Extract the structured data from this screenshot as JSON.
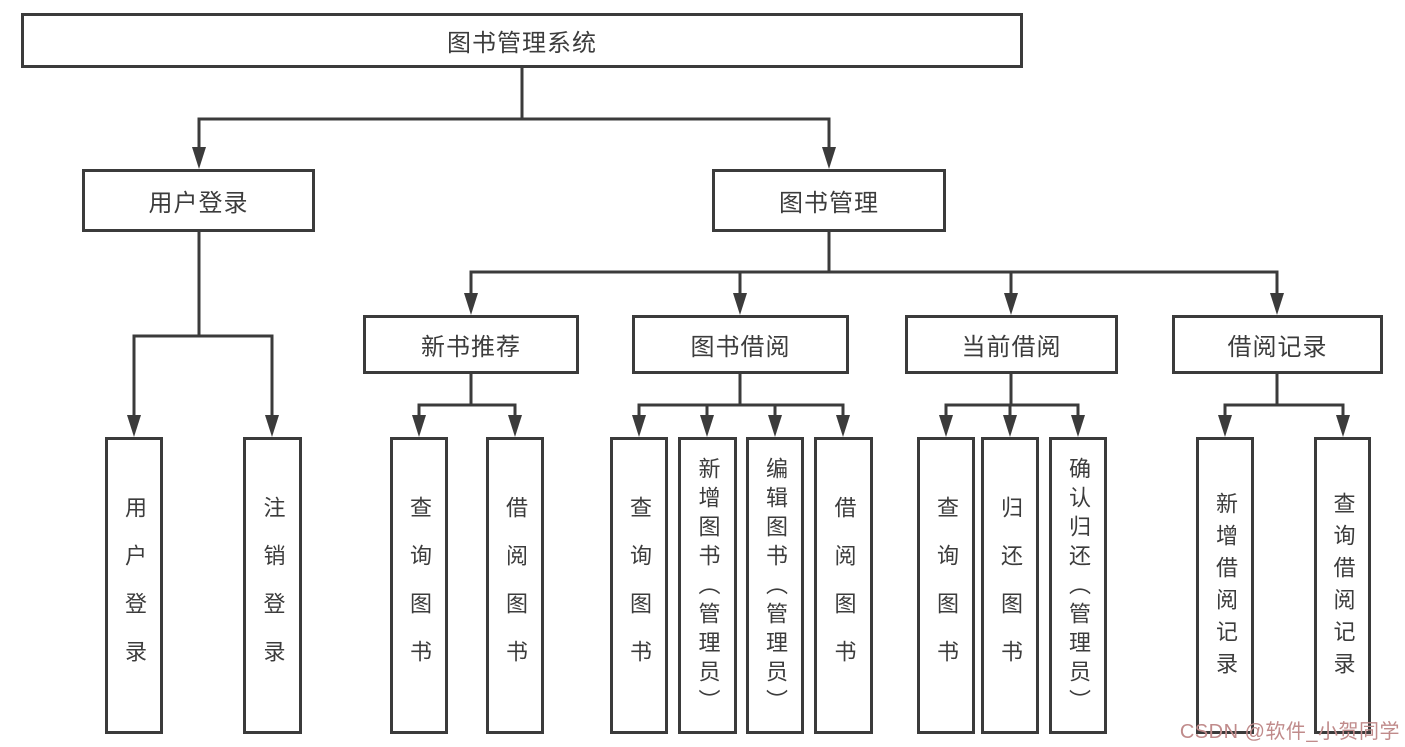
{
  "tree": {
    "label": "图书管理系统",
    "children": [
      {
        "label": "用户登录",
        "children": [
          {
            "label": "用户登录"
          },
          {
            "label": "注销登录"
          }
        ]
      },
      {
        "label": "图书管理",
        "children": [
          {
            "label": "新书推荐",
            "children": [
              {
                "label": "查询图书"
              },
              {
                "label": "借阅图书"
              }
            ]
          },
          {
            "label": "图书借阅",
            "children": [
              {
                "label": "查询图书"
              },
              {
                "label": "新增图书（管理员）"
              },
              {
                "label": "编辑图书（管理员）"
              },
              {
                "label": "借阅图书"
              }
            ]
          },
          {
            "label": "当前借阅",
            "children": [
              {
                "label": "查询图书"
              },
              {
                "label": "归还图书"
              },
              {
                "label": "确认归还（管理员）"
              }
            ]
          },
          {
            "label": "借阅记录",
            "children": [
              {
                "label": "新增借阅记录"
              },
              {
                "label": "查询借阅记录"
              }
            ]
          }
        ]
      }
    ]
  },
  "watermark": {
    "text": "CSDN @软件_小贺同学",
    "color": "#c08b8b"
  },
  "colors": {
    "line": "#3b3b3b",
    "box_border": "#3b3b3b",
    "text": "#3c3c3c",
    "background": "#ffffff"
  }
}
